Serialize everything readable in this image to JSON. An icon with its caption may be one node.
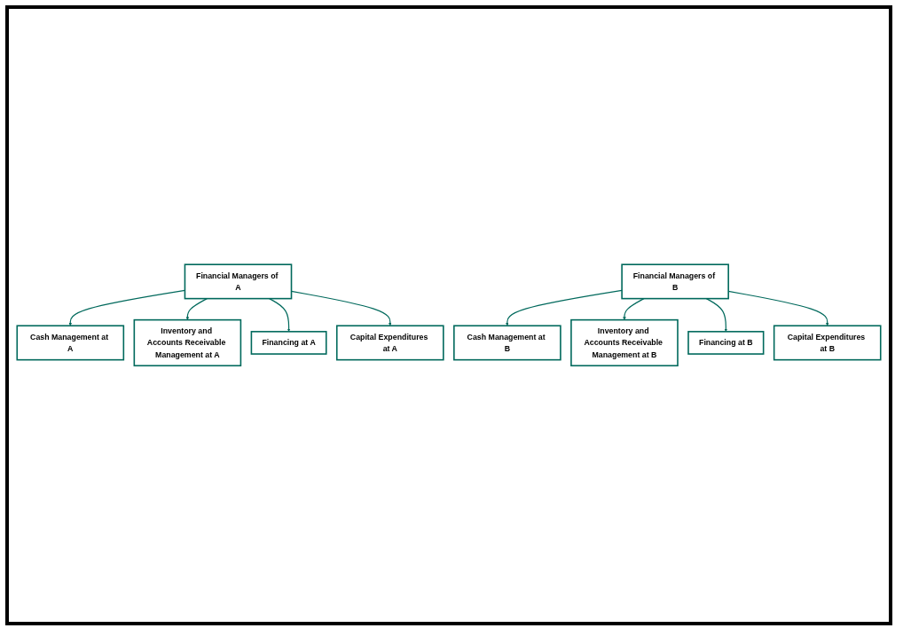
{
  "diagram": {
    "nodes": [
      {
        "text": [
          "Cash Management at A"
        ]
      },
      {
        "text": [
          "Financial Managers of A"
        ]
      },
      {
        "text": [
          "Financial Managers of B"
        ]
      },
      {
        "text": [
          "Cash Management at B"
        ]
      },
      {
        "text": [
          "Inventory and Accounts Receivable Management at A"
        ]
      },
      {
        "text": [
          "Inventory and Accounts Receivable Management at B"
        ]
      },
      {
        "text": [
          "Financing at A"
        ]
      },
      {
        "text": [
          "Financing at B"
        ]
      },
      {
        "text": [
          "Capital Expenditures at A"
        ]
      },
      {
        "text": [
          "Capital Expenditures at B"
        ]
      }
    ],
    "edges": [
      {
        "from": 1,
        "to": 0,
        "arrow": "to"
      },
      {
        "from": 2,
        "to": 3,
        "arrow": "to"
      },
      {
        "from": 1,
        "to": 4,
        "arrow": "to"
      },
      {
        "from": 2,
        "to": 5,
        "arrow": "to"
      },
      {
        "from": 1,
        "to": 6,
        "arrow": "to"
      },
      {
        "from": 2,
        "to": 7,
        "arrow": "to"
      },
      {
        "from": 1,
        "to": 8,
        "arrow": "to"
      },
      {
        "from": 2,
        "to": 9,
        "arrow": "to"
      }
    ]
  }
}
